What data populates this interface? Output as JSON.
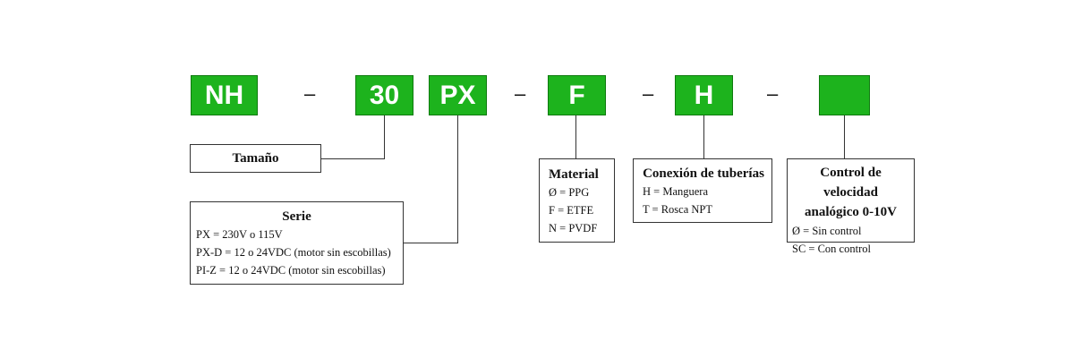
{
  "codes": {
    "nh": "NH",
    "size": "30",
    "series": "PX",
    "material": "F",
    "connection": "H",
    "speed": ""
  },
  "separator": "–",
  "colors": {
    "code_fill": "#1db31d",
    "code_text": "#ffffff",
    "line": "#333333"
  },
  "size_box": {
    "title": "Tamaño"
  },
  "series_box": {
    "title": "Serie",
    "lines": [
      "PX = 230V o 115V",
      "PX-D = 12 o 24VDC (motor sin escobillas)",
      "PI-Z = 12 o 24VDC (motor sin escobillas)"
    ]
  },
  "material_box": {
    "title": "Material",
    "lines": [
      "Ø = PPG",
      "F = ETFE",
      "N = PVDF"
    ]
  },
  "connection_box": {
    "title": "Conexión de tuberías",
    "lines": [
      "H = Manguera",
      "T = Rosca NPT"
    ]
  },
  "speed_box": {
    "title_line1": "Control de velocidad",
    "title_line2": "analógico 0-10V",
    "lines": [
      "Ø = Sin control",
      "SC = Con control"
    ]
  }
}
